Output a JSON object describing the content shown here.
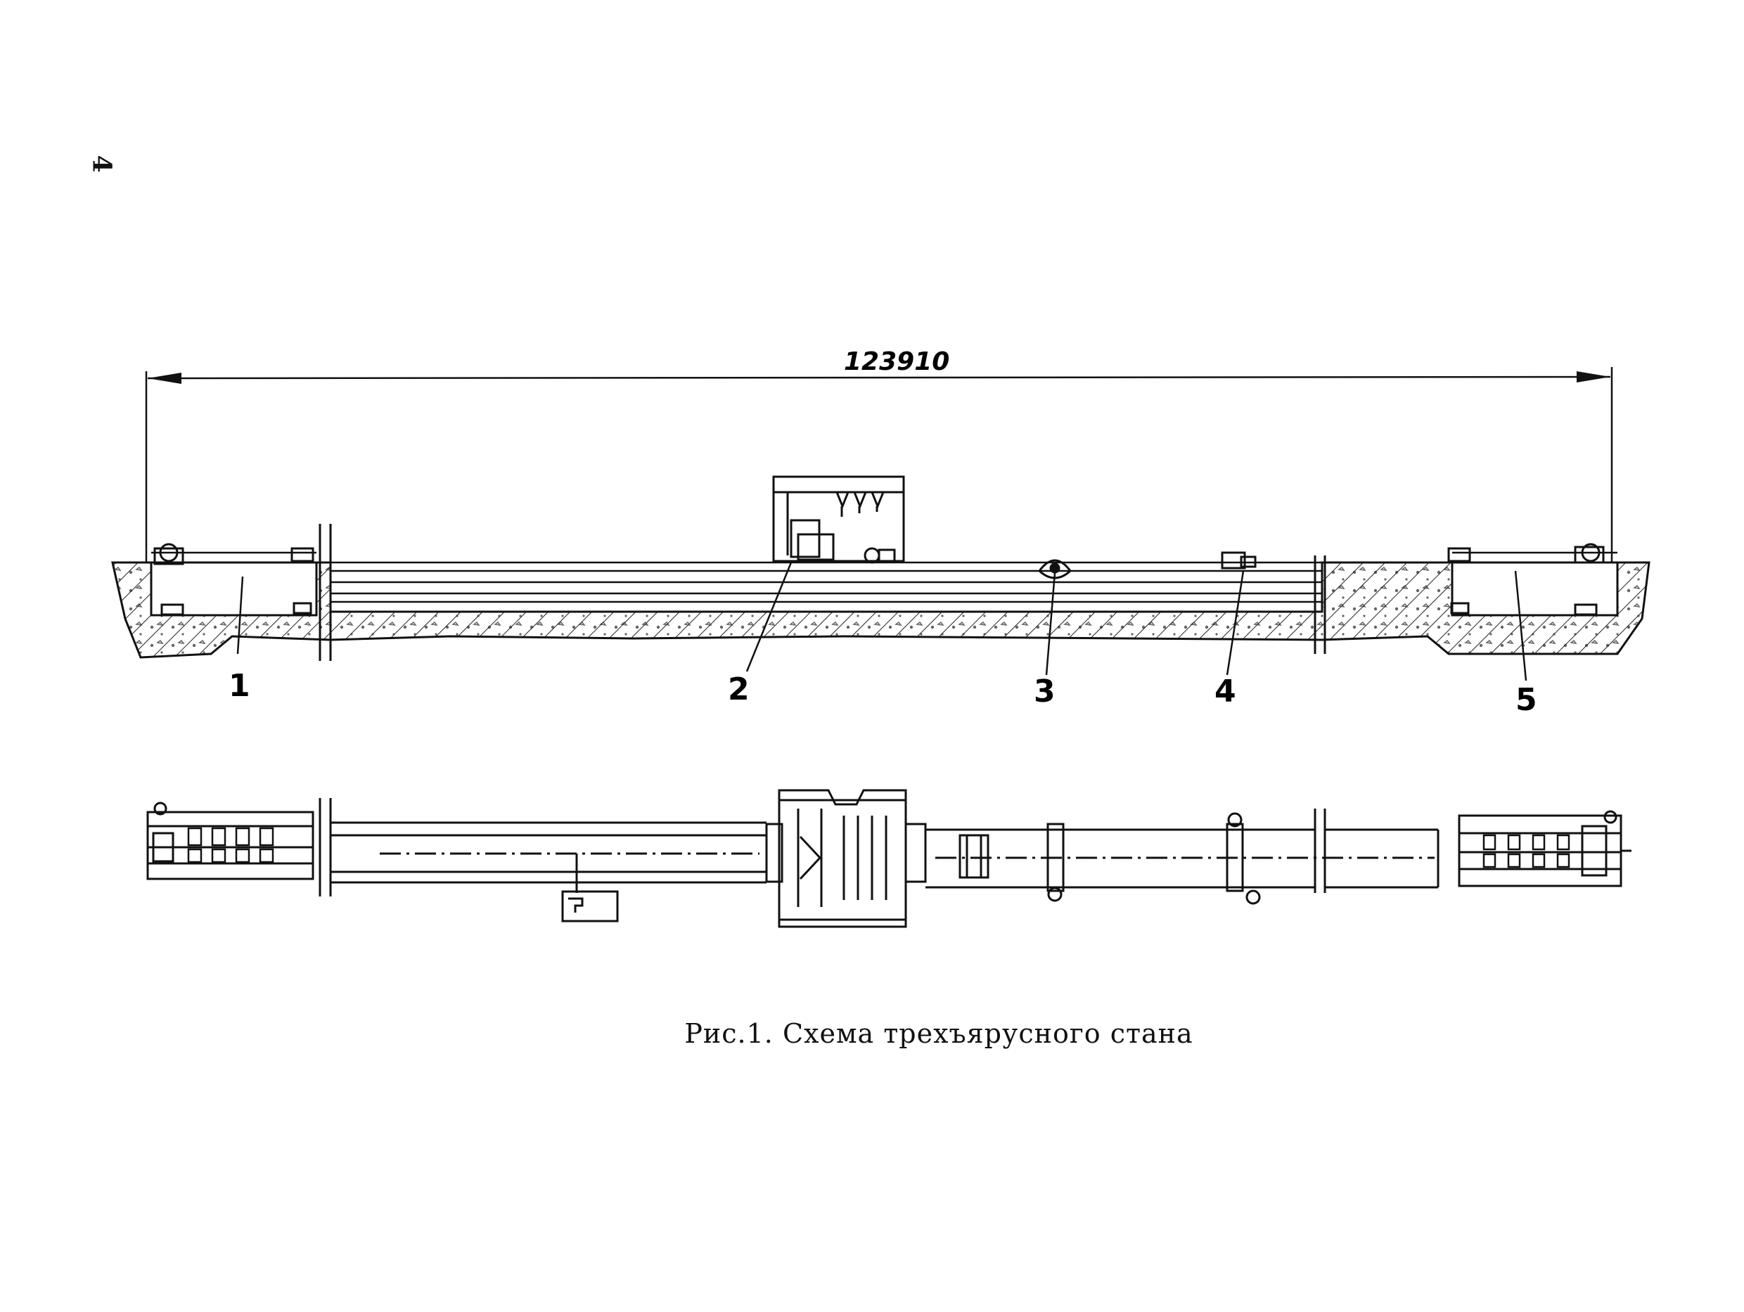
{
  "page": {
    "number": "4"
  },
  "drawing": {
    "dimension": "123910",
    "callouts": [
      "1",
      "2",
      "3",
      "4",
      "5"
    ]
  },
  "caption": "Рис.1. Схема трехъярусного стана"
}
